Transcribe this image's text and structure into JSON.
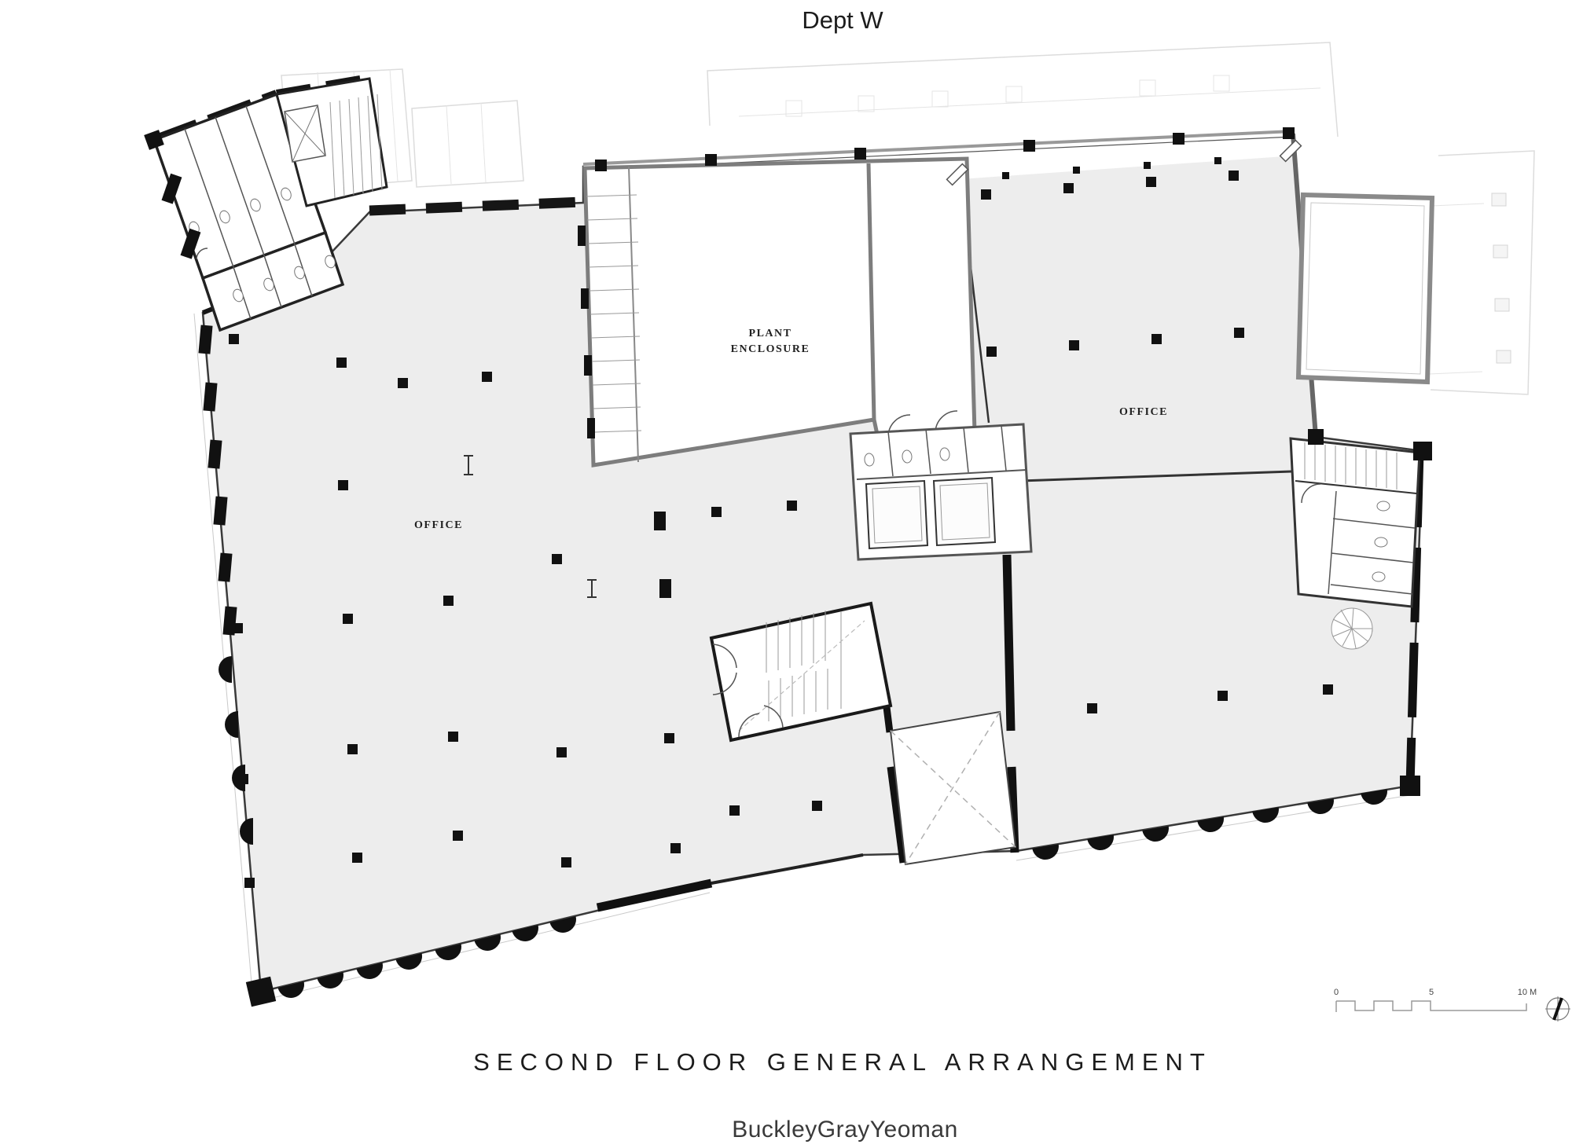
{
  "header": {
    "title": "Dept W"
  },
  "footer": {
    "drawing_title": "SECOND FLOOR GENERAL ARRANGEMENT",
    "firm_name": "BuckleyGrayYeoman"
  },
  "plan": {
    "office_left_label": "OFFICE",
    "office_right_label": "OFFICE",
    "plant_label_line1": "PLANT",
    "plant_label_line2": "ENCLOSURE"
  },
  "scale_bar": {
    "start_label": "0",
    "mid_label": "5",
    "end_label": "10 M"
  },
  "colors": {
    "floor_fill": "#ededed",
    "wall_dark": "#161616",
    "wall_gray": "#8c8c8c",
    "faint_line": "#dcdcdc",
    "page_bg": "#ffffff"
  }
}
